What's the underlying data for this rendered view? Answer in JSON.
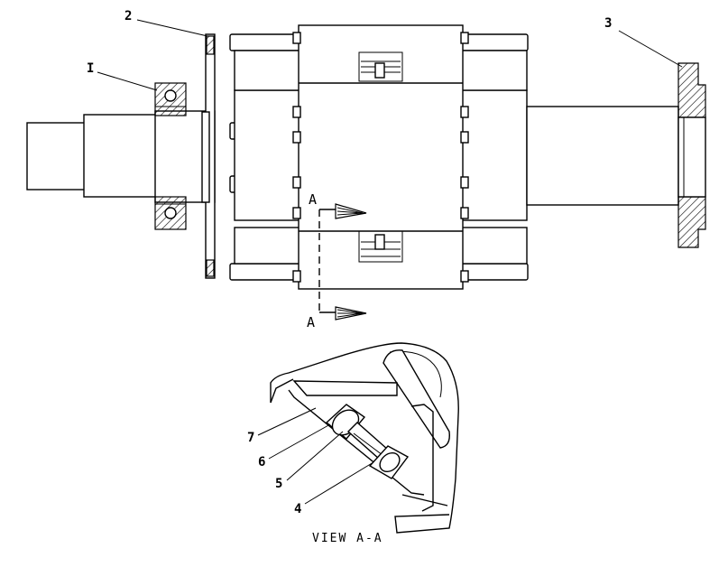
{
  "callouts": {
    "c1": "I",
    "c2": "2",
    "c3": "3",
    "c4": "4",
    "c5": "5",
    "c6": "6",
    "c7": "7"
  },
  "section": {
    "upper_marker": "A",
    "lower_marker": "A"
  },
  "view_caption": "VIEW A-A"
}
